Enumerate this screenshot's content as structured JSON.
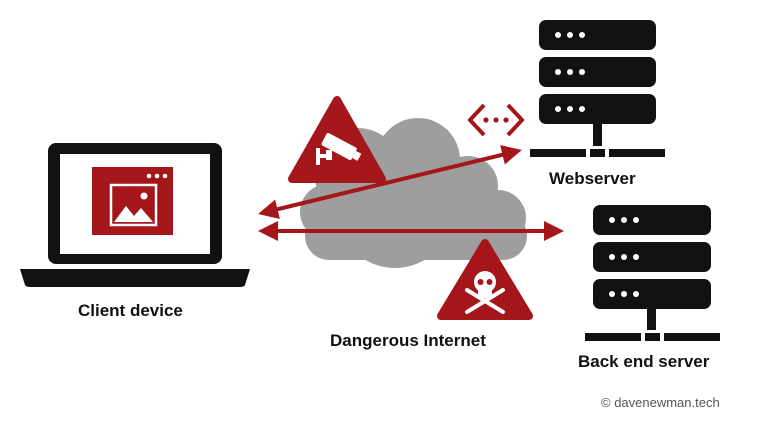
{
  "labels": {
    "client": "Client device",
    "internet": "Dangerous Internet",
    "webserver": "Webserver",
    "backend": "Back end server"
  },
  "credit": "© davenewman.tech",
  "colors": {
    "accent": "#a4161a",
    "cloud": "#9e9e9e",
    "dark": "#111111",
    "background": "#ffffff"
  },
  "icons": [
    "laptop-icon",
    "browser-window-icon",
    "image-icon",
    "cloud-icon",
    "surveillance-camera-warning-icon",
    "skull-crossbones-warning-icon",
    "code-brackets-icon",
    "server-rack-icon"
  ]
}
